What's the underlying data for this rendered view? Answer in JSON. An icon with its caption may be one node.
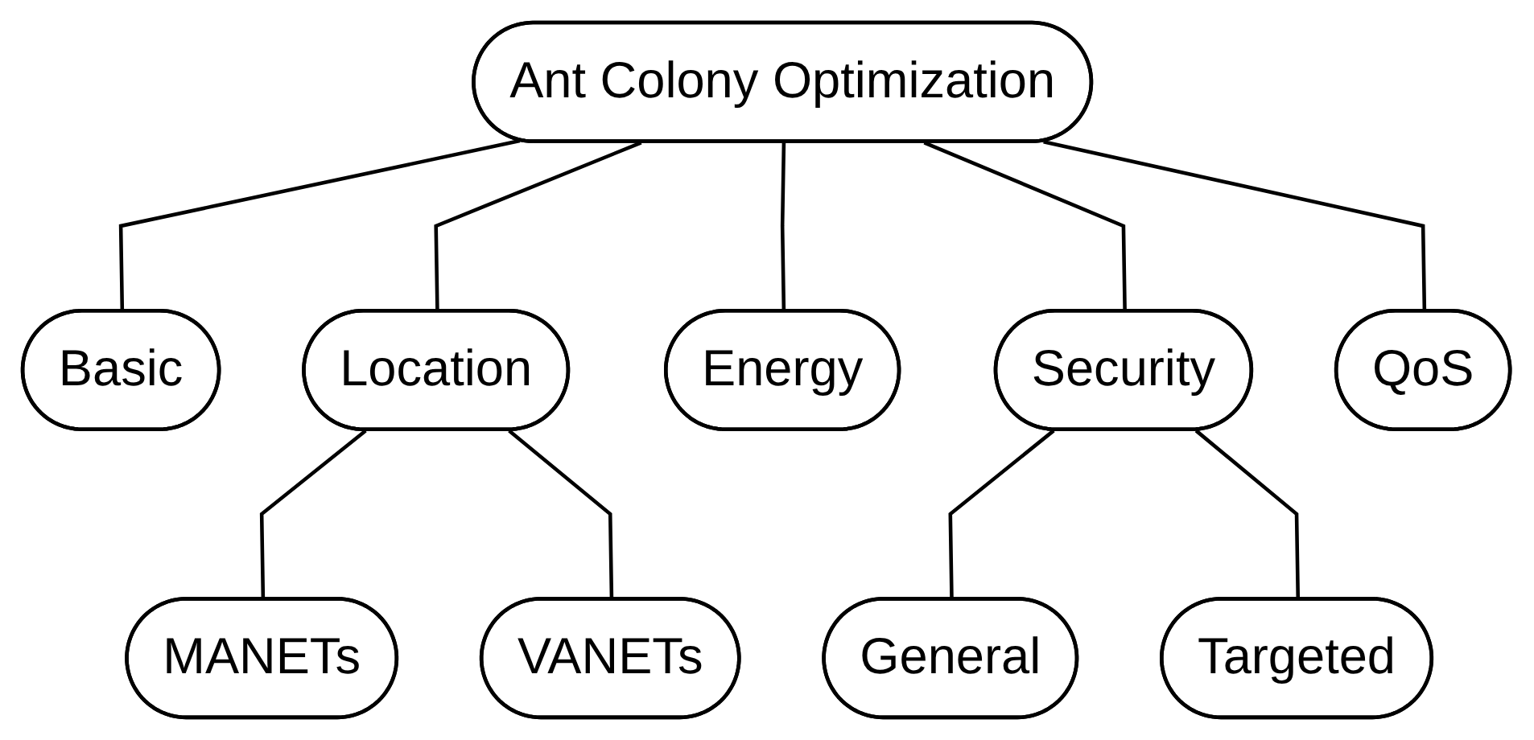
{
  "diagram": {
    "nodes": [
      {
        "text": [
          "Ant Colony Optimization"
        ]
      },
      {
        "text": [
          "Basic"
        ]
      },
      {
        "text": [
          "Location"
        ]
      },
      {
        "text": [
          "Energy"
        ]
      },
      {
        "text": [
          "Security"
        ]
      },
      {
        "text": [
          "QoS"
        ]
      },
      {
        "text": [
          "MANETs"
        ]
      },
      {
        "text": [
          "VANETs"
        ]
      },
      {
        "text": [
          "General"
        ]
      },
      {
        "text": [
          "Targeted"
        ]
      }
    ],
    "edges": [
      {
        "from": 0,
        "to": 1,
        "arrow": "none"
      },
      {
        "from": 0,
        "to": 2,
        "arrow": "none"
      },
      {
        "from": 0,
        "to": 3,
        "arrow": "none"
      },
      {
        "from": 0,
        "to": 4,
        "arrow": "none"
      },
      {
        "from": 0,
        "to": 5,
        "arrow": "none"
      },
      {
        "from": 2,
        "to": 6,
        "arrow": "none"
      },
      {
        "from": 2,
        "to": 7,
        "arrow": "none"
      },
      {
        "from": 4,
        "to": 8,
        "arrow": "none"
      },
      {
        "from": 4,
        "to": 9,
        "arrow": "none"
      }
    ]
  }
}
